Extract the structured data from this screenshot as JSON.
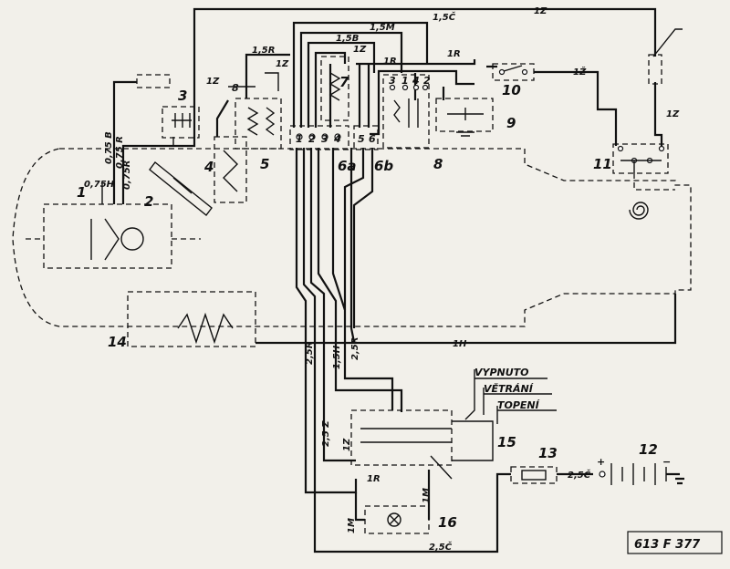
{
  "components": {
    "c1": "1",
    "c2": "2",
    "c3": "3",
    "c4": "4",
    "c5": "5",
    "c6a": "6a",
    "c6b": "6b",
    "c7": "7",
    "c8": "8",
    "c9": "9",
    "c10": "10",
    "c11": "11",
    "c12": "12",
    "c13": "13",
    "c14": "14",
    "c15": "15",
    "c16": "16"
  },
  "wires": {
    "top_1z": "1Z",
    "w15c": "1,5Č",
    "w15m": "1,5M",
    "w15b": "1,5B",
    "w15r": "1,5R",
    "w1z_a": "1Z",
    "w1z_b": "1Z",
    "w1r": "1R",
    "w1r_b": "1R",
    "w1z_c": "1Ž",
    "w1z_e": "1Ž",
    "w1z_d": "1Z",
    "w075b": "0,75 B",
    "w075r": "0,75 R",
    "w075h": "0,75H",
    "w075r2": "0,75R",
    "w25r_a": "2,5R",
    "w15h": "1,5H",
    "w25r_b": "2,5R",
    "w1h": "1H",
    "w25z": "2,5 Z",
    "w1z_low": "1Z",
    "w1r_low": "1R",
    "w1m_a": "1M",
    "w1m_b": "1M",
    "w25c_bat": "2,5Č",
    "w25c_bot": "2,5Č"
  },
  "terminals": {
    "t1": "1",
    "t2": "2",
    "t3": "3",
    "t4": "4",
    "t5": "5",
    "t6": "6",
    "t7": "8",
    "r3": "3",
    "r1": "1",
    "r4": "4",
    "r2": "2"
  },
  "switch_positions": [
    "VYPNUTO",
    "VĚTRÁNÍ",
    "TOPENÍ"
  ],
  "battery": {
    "plus": "+",
    "minus": "−"
  },
  "reference": "613  F 377"
}
